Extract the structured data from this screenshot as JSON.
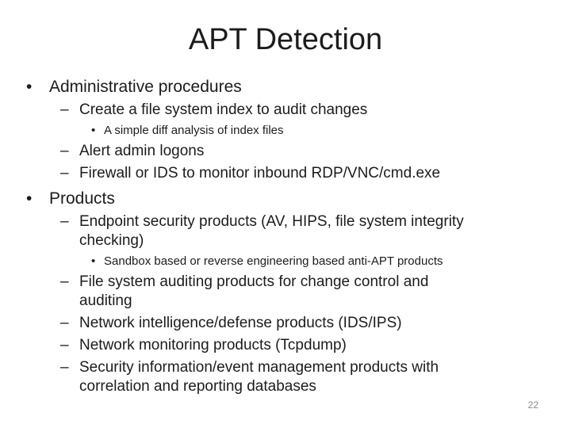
{
  "slide": {
    "title": "APT Detection",
    "page_number": "22",
    "markers": {
      "level1": "•",
      "level2": "–",
      "level3": "•"
    },
    "bullets": [
      {
        "level": 1,
        "text": "Administrative procedures"
      },
      {
        "level": 2,
        "text": "Create a file system index to audit changes"
      },
      {
        "level": 3,
        "text": "A simple diff analysis of index files"
      },
      {
        "level": 2,
        "text": "Alert admin logons"
      },
      {
        "level": 2,
        "text": "Firewall or IDS to monitor inbound RDP/VNC/cmd.exe"
      },
      {
        "level": 1,
        "text": "Products"
      },
      {
        "level": 2,
        "text": "Endpoint security products (AV, HIPS, file system integrity\nchecking)"
      },
      {
        "level": 3,
        "text": "Sandbox based or reverse engineering based anti-APT products"
      },
      {
        "level": 2,
        "text": "File system auditing products for change control and\nauditing"
      },
      {
        "level": 2,
        "text": "Network intelligence/defense products (IDS/IPS)"
      },
      {
        "level": 2,
        "text": "Network monitoring products (Tcpdump)"
      },
      {
        "level": 2,
        "text": "Security information/event management products with\ncorrelation and reporting databases"
      }
    ],
    "colors": {
      "background": "#ffffff",
      "text": "#1c1c1c",
      "page_number": "#8a8a8a"
    }
  }
}
